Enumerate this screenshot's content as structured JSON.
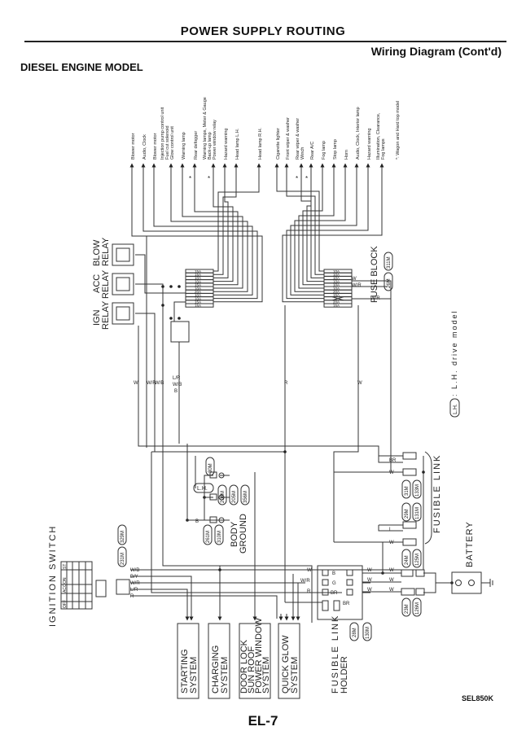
{
  "header": {
    "title": "POWER SUPPLY ROUTING",
    "subtitle": "Wiring Diagram (Cont'd)",
    "model": "DIESEL ENGINE MODEL"
  },
  "loads_left": [
    {
      "lines": [
        "Blower motor"
      ],
      "star": ""
    },
    {
      "lines": [
        "Audio, Clock"
      ],
      "star": ""
    },
    {
      "lines": [
        "Blower motor"
      ],
      "star": ""
    },
    {
      "lines": [
        "Injection pump control unit",
        "Fuel cut solenoid",
        "Glow control unit"
      ],
      "star": ""
    },
    {
      "lines": [
        "Warning lamp"
      ],
      "star": ""
    },
    {
      "lines": [
        "Rear defogger"
      ],
      "star": "*"
    },
    {
      "lines": [
        "Warning lamps, Meter & Gauge",
        "Back-up lamp",
        "Power window relay"
      ],
      "star": "*"
    },
    {
      "lines": [
        "Hazard warning"
      ],
      "star": ""
    },
    {
      "lines": [
        "Head lamp L.H."
      ],
      "star": ""
    },
    {
      "lines": [
        "Head lamp R.H."
      ],
      "star": ""
    }
  ],
  "loads_right": [
    {
      "lines": [
        "Cigarette lighter"
      ],
      "star": ""
    },
    {
      "lines": [
        "Front wiper & washer"
      ],
      "star": ""
    },
    {
      "lines": [
        "Rear wiper & washer",
        "Winch"
      ],
      "star": "*"
    },
    {
      "lines": [
        "Rear A/C"
      ],
      "star": "*"
    },
    {
      "lines": [
        "Fog lamp"
      ],
      "star": ""
    },
    {
      "lines": [
        "Stop lamp"
      ],
      "star": ""
    },
    {
      "lines": [
        "Horn"
      ],
      "star": ""
    },
    {
      "lines": [
        "Audio, Clock, Interior lamp"
      ],
      "star": ""
    },
    {
      "lines": [
        "Hazard warning"
      ],
      "star": ""
    },
    {
      "lines": [
        "Illumination, Clearance,",
        "Fog lamps"
      ],
      "star": ""
    }
  ],
  "note": "*: Wagon and Hard top model",
  "fuses_left": [
    "15A",
    "15A",
    "10A",
    "10A",
    "15A",
    "10A",
    "20A",
    "10A",
    "10A",
    "15A",
    "15A"
  ],
  "fuses_right": [
    "10A",
    "10A",
    "10A",
    "10A",
    "10A",
    "10A",
    "20A",
    "15A",
    "",
    "20A",
    "15A"
  ],
  "relays": [
    {
      "name": "BLOW",
      "sub": "RELAY"
    },
    {
      "name": "ACC",
      "sub": "RELAY"
    },
    {
      "name": "IGN",
      "sub": "RELAY"
    }
  ],
  "fuse_block": {
    "label": "FUSE BLOCK",
    "badges": [
      "26M",
      "311M"
    ]
  },
  "lh_note": {
    "badge": "L.H.",
    "text": ": L.H. drive model"
  },
  "wire_labels": {
    "fb_w": "W",
    "fb_wr1": "W/R",
    "fb_wr2": "W/R",
    "v1": "W",
    "v2": "W/R",
    "v3": "W/B",
    "v4": "L/R",
    "v5": "W/B",
    "v6": "B",
    "v7": "R",
    "v8": "W"
  },
  "body_ground": {
    "label1": "BODY",
    "label2": "GROUND",
    "wire": "B",
    "badges": [
      "30M",
      "L.H.",
      "204M",
      "205M",
      "356M",
      "261M",
      "310M"
    ]
  },
  "ignition_switch": {
    "label": "IGNITION SWITCH",
    "positions": [
      "OFF",
      "ACC",
      "ON",
      "ST"
    ],
    "badges": [
      "231M",
      "329M"
    ],
    "wires": [
      "W/B",
      "B/Y",
      "W/R",
      "L/R",
      "R"
    ]
  },
  "fusible_link": {
    "label": "FUSIBLE LINK",
    "badges": [
      "31M",
      "133M",
      "29M",
      "131M",
      "24M",
      "125M",
      "23M",
      "126M"
    ],
    "wires": [
      "BR",
      "W",
      "L",
      "W",
      "W",
      "W",
      "W"
    ]
  },
  "fusible_link_holder": {
    "label1": "FUSIBLE LINK",
    "label2": "HOLDER",
    "badges": [
      "28M",
      "130M"
    ],
    "wires_in": [
      "W",
      "W/R",
      "R"
    ],
    "links": [
      "B",
      "G",
      "BR",
      "BR"
    ],
    "wires_out": [
      "W",
      "W",
      "W"
    ]
  },
  "battery": {
    "label": "BATTERY"
  },
  "systems": [
    {
      "lines": [
        "STARTING",
        "SYSTEM"
      ]
    },
    {
      "lines": [
        "CHARGING",
        "SYSTEM"
      ]
    },
    {
      "lines": [
        "DOOR LOCK",
        "SUN ROOF",
        "POWER WINDOW",
        "SYSTEM"
      ]
    },
    {
      "lines": [
        "QUICK GLOW",
        "SYSTEM"
      ]
    }
  ],
  "footer": {
    "code": "SEL850K",
    "page": "EL-7"
  }
}
